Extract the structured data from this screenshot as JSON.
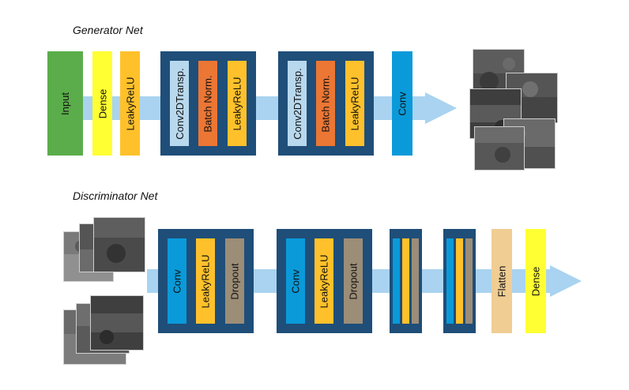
{
  "generator": {
    "title": "Generator Net",
    "layers": {
      "input": "Input",
      "dense": "Dense",
      "leaky1": "LeakyReLU",
      "g1_conv": "Conv2DTransp.",
      "g1_bn": "Batch Norm.",
      "g1_leaky": "LeakyReLU",
      "g2_conv": "Conv2DTransp.",
      "g2_bn": "Batch Norm.",
      "g2_leaky": "LeakyReLU",
      "conv": "Conv"
    }
  },
  "discriminator": {
    "title": "Discriminator Net",
    "layers": {
      "d1_conv": "Conv",
      "d1_leaky": "LeakyReLU",
      "d1_dropout": "Dropout",
      "d2_conv": "Conv",
      "d2_leaky": "LeakyReLU",
      "d2_dropout": "Dropout",
      "flatten": "Flatten",
      "dense": "Dense"
    }
  },
  "colors": {
    "arrow": "#a9d3f0",
    "group": "#1f4e79",
    "input": "#5aad4a",
    "dense": "#ffff33",
    "leaky": "#ffc12b",
    "conv_transp": "#b8d8ee",
    "batch_norm": "#ec7634",
    "conv": "#0a9ad9",
    "dropout": "#9c8d77",
    "flatten": "#f0cd93"
  }
}
